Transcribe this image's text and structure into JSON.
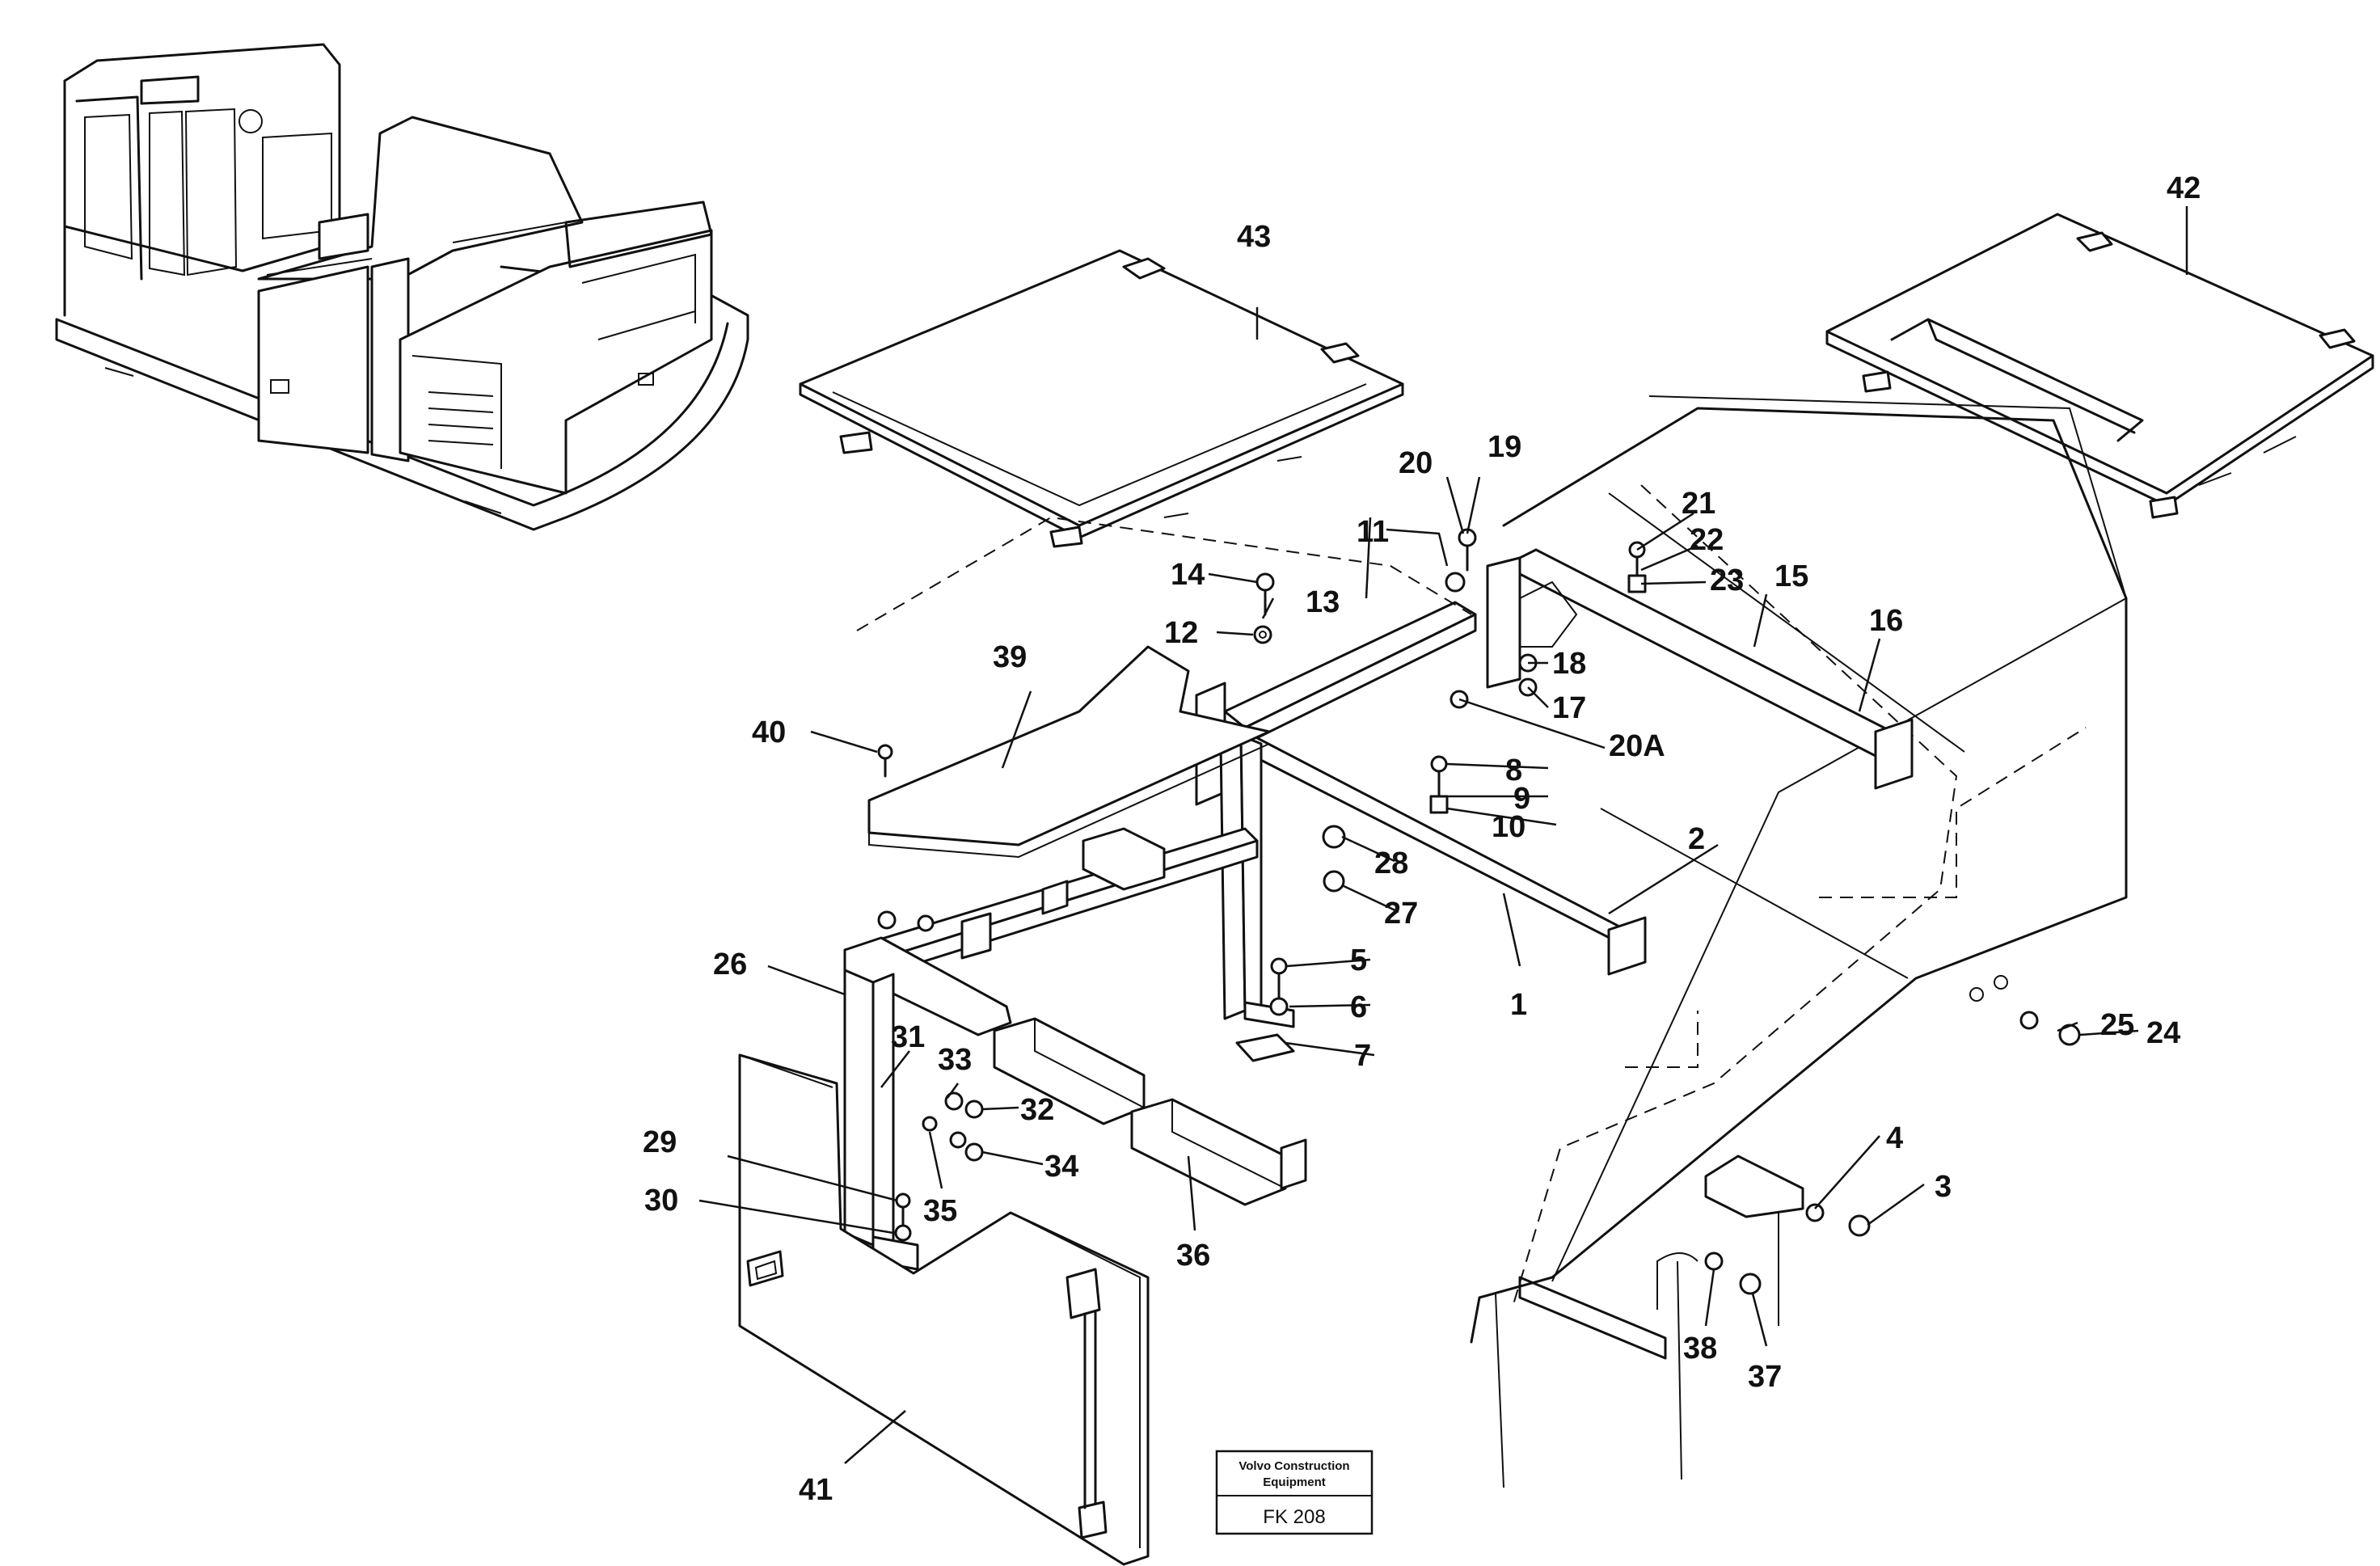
{
  "stamp": {
    "line1": "Volvo Construction",
    "line2": "Equipment",
    "code": "FK 208"
  },
  "labels": {
    "l1": "1",
    "l2": "2",
    "l3": "3",
    "l4": "4",
    "l5": "5",
    "l6": "6",
    "l7": "7",
    "l8": "8",
    "l9": "9",
    "l10": "10",
    "l11": "11",
    "l12": "12",
    "l13": "13",
    "l14": "14",
    "l15": "15",
    "l16": "16",
    "l17": "17",
    "l18": "18",
    "l19": "19",
    "l20": "20",
    "l20a": "20A",
    "l21": "21",
    "l22": "22",
    "l23": "23",
    "l24": "24",
    "l25": "25",
    "l26": "26",
    "l27": "27",
    "l28": "28",
    "l29": "29",
    "l30": "30",
    "l31": "31",
    "l32": "32",
    "l33": "33",
    "l34": "34",
    "l35": "35",
    "l36": "36",
    "l37": "37",
    "l38": "38",
    "l39": "39",
    "l40": "40",
    "l41": "41",
    "l42": "42",
    "l43": "43"
  }
}
